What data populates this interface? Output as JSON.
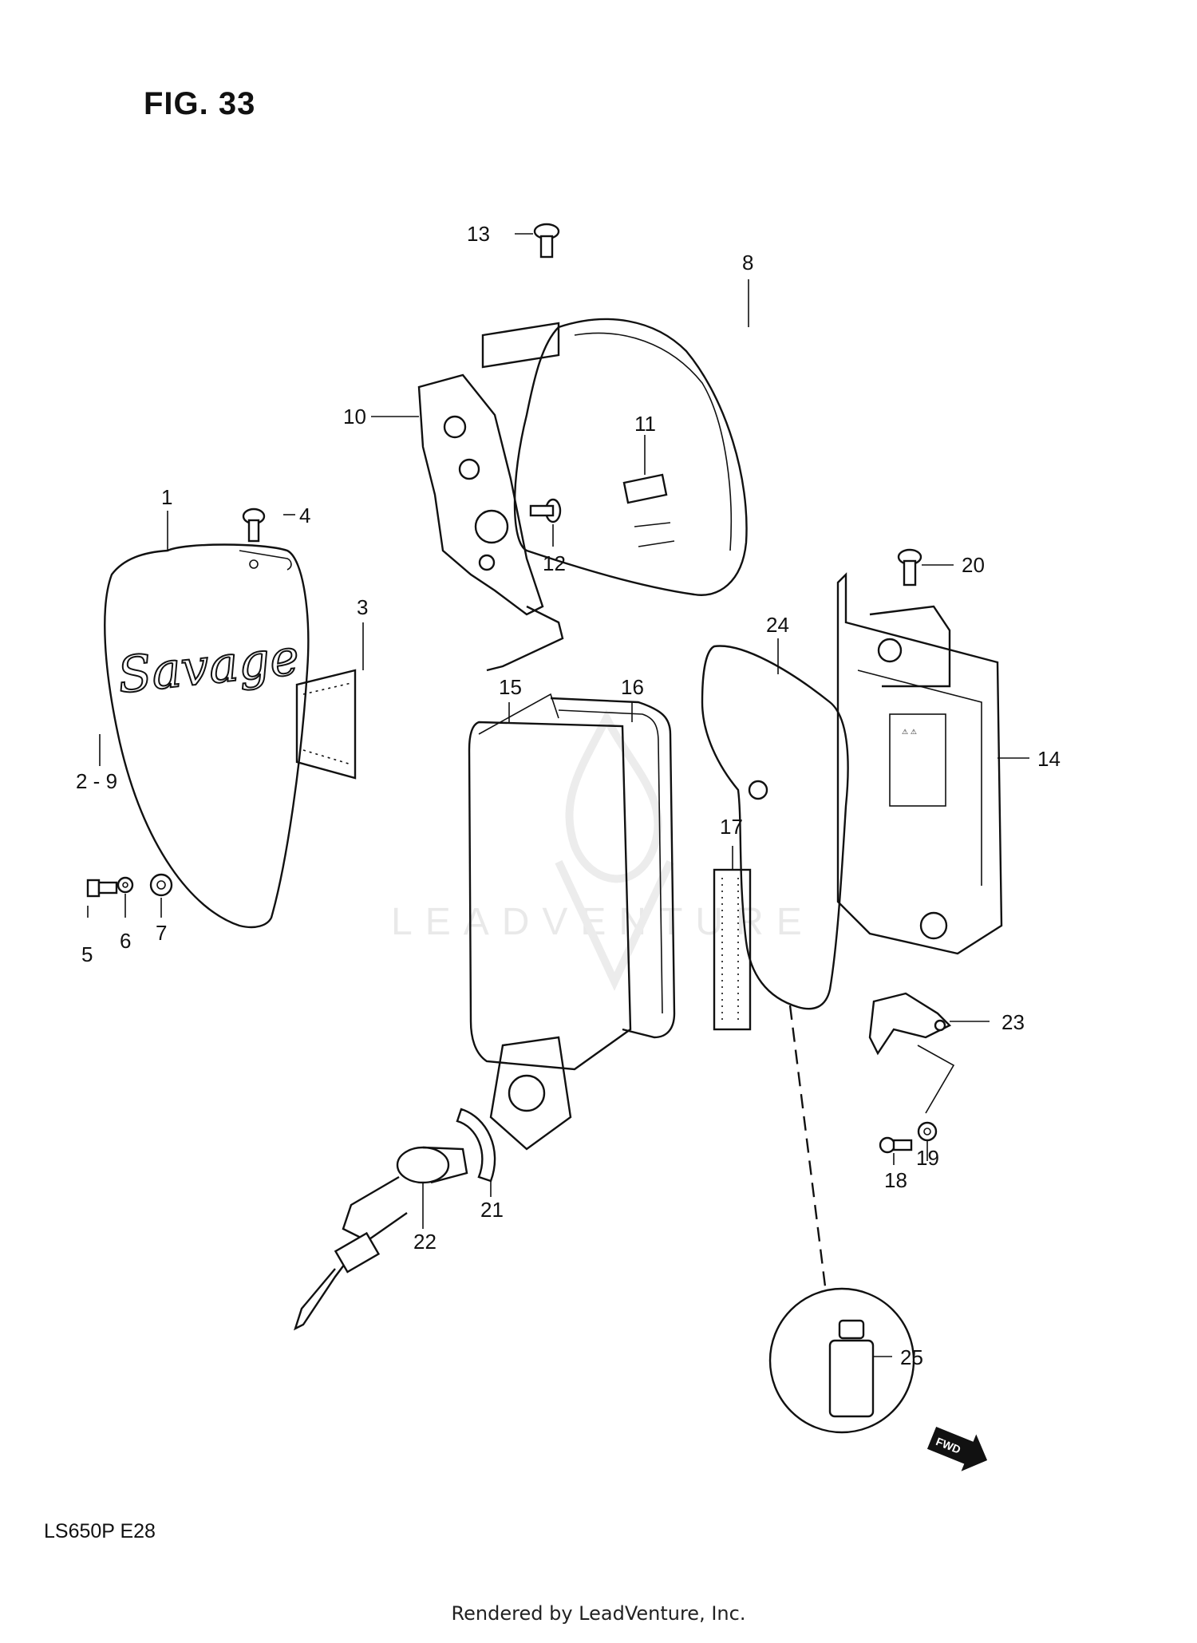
{
  "figure": {
    "title": "FIG. 33",
    "model": "LS650P  E28"
  },
  "logo_text": "LEADVENTURE",
  "emblem_text": "Savage",
  "footer": {
    "text": "Rendered by LeadVenture, Inc."
  },
  "fwd_label": "FWD",
  "callouts": {
    "c1": "1",
    "c2_9": "2 - 9",
    "c3": "3",
    "c4": "4",
    "c5": "5",
    "c6": "6",
    "c7": "7",
    "c8": "8",
    "c10": "10",
    "c11": "11",
    "c12": "12",
    "c13": "13",
    "c14": "14",
    "c15": "15",
    "c16": "16",
    "c17": "17",
    "c18": "18",
    "c19": "19",
    "c20": "20",
    "c21": "21",
    "c22": "22",
    "c23": "23",
    "c24": "24",
    "c25": "25"
  }
}
